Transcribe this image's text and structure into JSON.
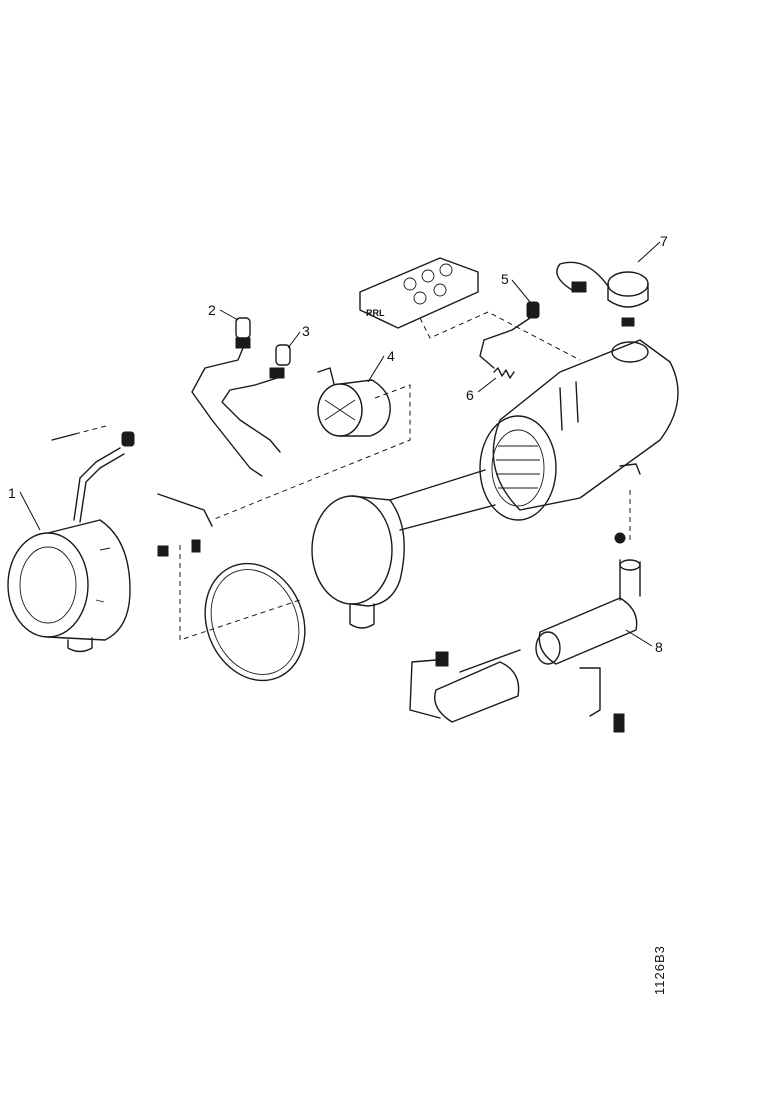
{
  "callouts": [
    {
      "id": "c1",
      "label": "1"
    },
    {
      "id": "c2",
      "label": "2"
    },
    {
      "id": "c3",
      "label": "3"
    },
    {
      "id": "c4",
      "label": "4"
    },
    {
      "id": "c5",
      "label": "5"
    },
    {
      "id": "c6",
      "label": "6"
    },
    {
      "id": "c7",
      "label": "7"
    },
    {
      "id": "c8",
      "label": "8"
    }
  ],
  "document_number": "1126B3"
}
